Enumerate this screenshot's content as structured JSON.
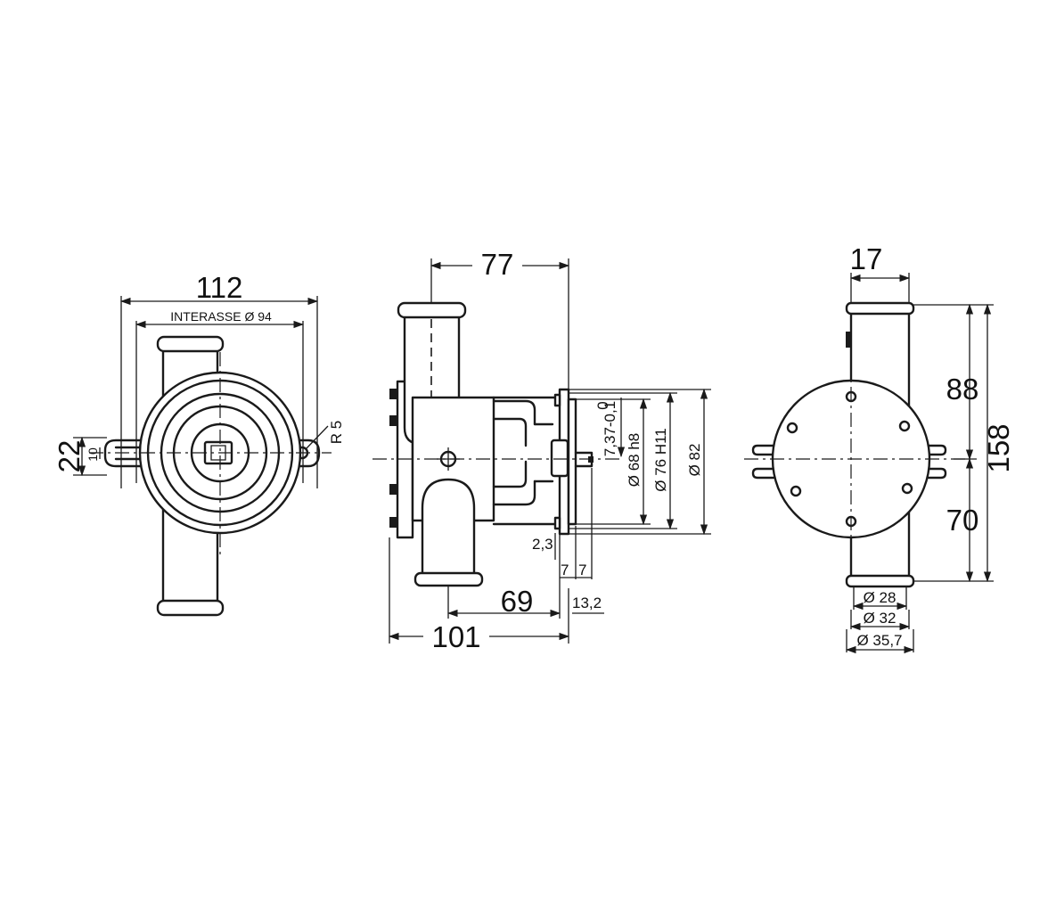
{
  "front_view": {
    "overall_width": "112",
    "interasse": "INTERASSE Ø 94",
    "height": "22",
    "slot_width": "10",
    "radius": "R 5"
  },
  "side_view": {
    "outlet_offset": "77",
    "overall_length": "101",
    "flange_distance": "69",
    "dim_13_2": "13,2",
    "dim_2_3": "2,3",
    "dim_7_left": "7",
    "dim_7_right": "7",
    "tol_upper": "0",
    "tol_main": "7,37-0,1",
    "shaft_dia": "Ø 68 h8",
    "spigot_dia": "Ø 76 H11",
    "flange_dia": "Ø 82"
  },
  "rear_view": {
    "port_width": "17",
    "upper_height": "88",
    "total_height": "158",
    "lower_height": "70",
    "port_inner": "Ø 28",
    "port_mid": "Ø 32",
    "port_outer": "Ø 35,7"
  }
}
